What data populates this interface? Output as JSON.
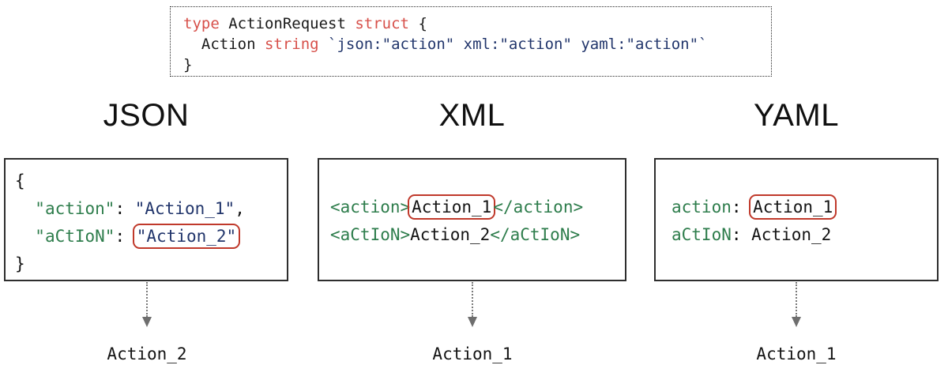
{
  "struct_code": {
    "line1": {
      "kw_type": "type",
      "name": " ActionRequest ",
      "kw_struct": "struct",
      "brace": " {"
    },
    "line2": {
      "indent": "  ",
      "field": "Action ",
      "kw_string": "string",
      "tag": " `json:\"action\" xml:\"action\" yaml:\"action\"`"
    },
    "line3": {
      "brace": "}"
    }
  },
  "columns": [
    {
      "heading": "JSON",
      "output": "Action_2"
    },
    {
      "heading": "XML",
      "output": "Action_1"
    },
    {
      "heading": "YAML",
      "output": "Action_1"
    }
  ],
  "json_panel": {
    "open_brace": "{",
    "line1": {
      "indent": "  ",
      "key": "\"action\"",
      "colon": ": ",
      "value": "\"Action_1\"",
      "comma": ","
    },
    "line2": {
      "indent": "  ",
      "key": "\"aCtIoN\"",
      "colon": ": ",
      "value": "\"Action_2\""
    },
    "close_brace": "}"
  },
  "xml_panel": {
    "line1": {
      "open_tag": "<action>",
      "value": "Action_1",
      "close_tag": "</action>"
    },
    "line2": {
      "open_tag": "<aCtIoN>",
      "value": "Action_2",
      "close_tag": "</aCtIoN>"
    }
  },
  "yaml_panel": {
    "line1": {
      "key": "action",
      "colon": ": ",
      "value": "Action_1"
    },
    "line2": {
      "key": "aCtIoN",
      "colon": ": ",
      "value": "Action_2"
    }
  },
  "colors": {
    "keyword_red": "#d7504a",
    "string_navy": "#21356b",
    "key_green": "#2e7d4c",
    "highlight_red": "#c0392b",
    "border_dark": "#2e2e2e",
    "arrow_gray": "#6e6e6e"
  }
}
